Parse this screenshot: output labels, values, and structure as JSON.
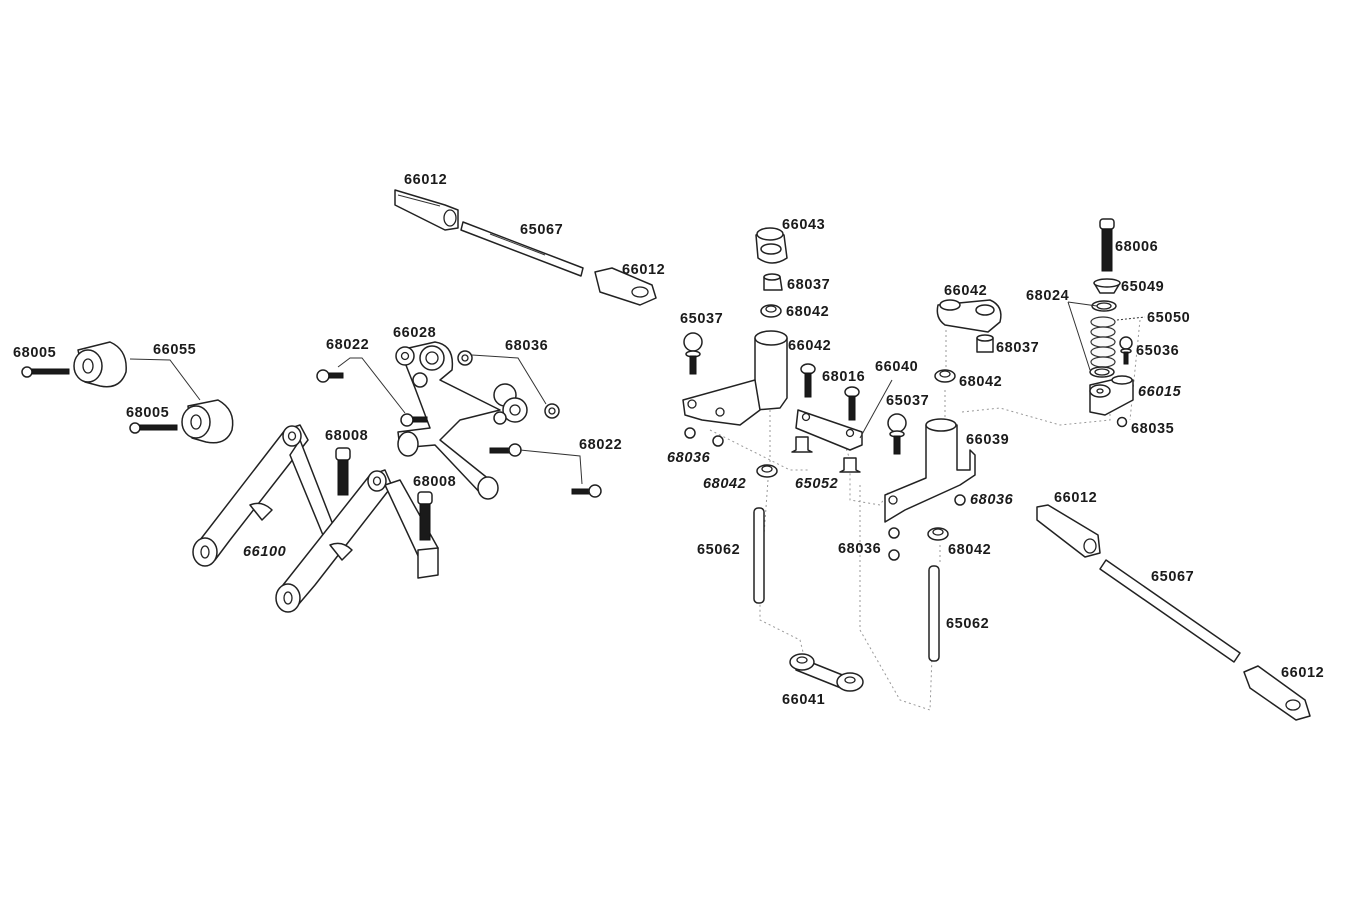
{
  "diagram": {
    "title": "Steering assembly exploded view",
    "labels": {
      "tierod_top_left_end": "66012",
      "tierod_top_rod": "65067",
      "tierod_top_right_end": "66012",
      "bushing_top": "66055",
      "screw_bushing_top": "68005",
      "screw_bushing_bottom": "68005",
      "screw_68022_top": "68022",
      "bellcrank_arm": "66028",
      "nut_68036_top": "68036",
      "screw_68022_bottom": "68022",
      "screw_68008_left": "68008",
      "screw_68008_right": "68008",
      "wishbone": "66100",
      "bearing_cap": "66043",
      "nut_68037_left": "68037",
      "bearing_68042_upper_left": "68042",
      "ballstud_left": "65037",
      "steering_post_left": "66042",
      "nuts_68036_left": "68036",
      "bearing_68042_lower_left": "68042",
      "screw_68016": "68016",
      "drag_link_plate": "66040",
      "ballstud_center": "65037",
      "bushing_65052": "65052",
      "pin_left": "65062",
      "link_66041": "66041",
      "arm_66042_right": "66042",
      "nut_68037_right": "68037",
      "bearing_68042_right_upper": "68042",
      "steering_post_right": "66039",
      "nut_68036_right": "68036",
      "nut_68036_right_lower": "68036",
      "bearing_68042_right_lower": "68042",
      "pin_right": "65062",
      "saver_screw": "68006",
      "saver_cup": "65049",
      "saver_washers": "68024",
      "saver_spring": "65050",
      "saver_ballstud": "65036",
      "saver_arm": "66015",
      "saver_nut": "68035",
      "tierod_right_top_end": "66012",
      "tierod_right_rod": "65067",
      "tierod_right_bottom_end": "66012"
    }
  },
  "colors": {
    "background": "#ffffff",
    "line": "#222222",
    "label": "#1b1b1b",
    "leader_dashed": "#999999"
  }
}
